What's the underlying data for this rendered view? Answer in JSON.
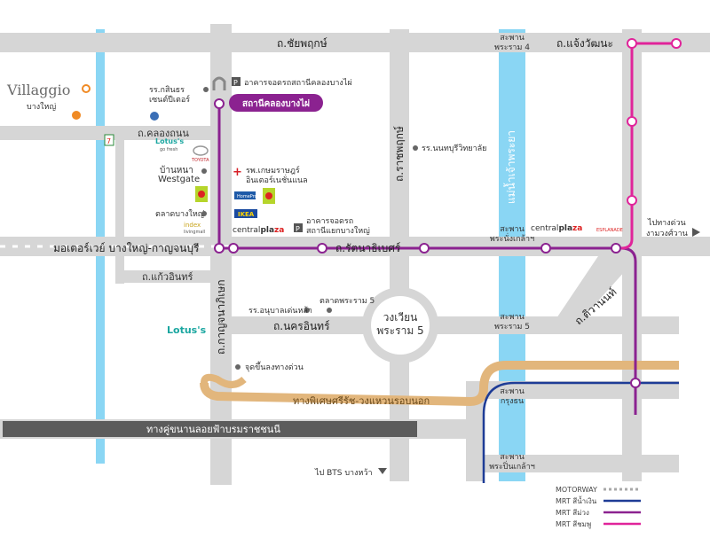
{
  "logo": {
    "name": "Villaggio",
    "sub": "บางใหญ่"
  },
  "roads": {
    "chaiyapruek": "ถ.ชัยพฤกษ์",
    "chaengwattana": "ถ.แจ้งวัฒนะ",
    "khlongthanon": "ถ.คลองถนน",
    "ratchaphruek": "ถ.ราชพฤกษ์",
    "rattanathibet": "ถ.รัตนาธิเบศร์",
    "motorway": "มอเตอร์เวย์ บางใหญ่-กาญจนบุรี",
    "kaewinthorn": "ถ.แก้วอินทร์",
    "kanchanaphisek": "ถ.กาญจนาภิเษก",
    "nakhon_in": "ถ.นครอินทร์",
    "tiwanon": "ถ.ติวานนท์",
    "expressway": "ทางพิเศษศรีรัช-วงแหวนรอบนอก",
    "ratchaphruek_parallel": "ทางคู่ขนานลอยฟ้าบรมราชชนนี",
    "river": "แม่น้ำเจ้าพระยา",
    "roundabout_1": "วงเวียน",
    "roundabout_2": "พระราม 5"
  },
  "bridges": {
    "rama4_1": "สะพาน",
    "rama4_2": "พระราม 4",
    "phranangklao_1": "สะพาน",
    "phranangklao_2": "พระนั่งเกล้าฯ",
    "rama5_1": "สะพาน",
    "rama5_2": "พระราม 5",
    "krungthon_1": "สะพาน",
    "krungthon_2": "กรุงธน",
    "phrapinklao_1": "สะพาน",
    "phrapinklao_2": "พระปิ่นเกล้าฯ"
  },
  "places": {
    "school_kasem": [
      "รร.กสินธร",
      "เซนต์ปีเตอร์"
    ],
    "parking_1": "อาคารจอดรถสถานีคลองบางไผ่",
    "station_badge": "สถานีคลองบางไผ่",
    "lotus_top": "Lotus's",
    "lotus_top_sub": "go fresh",
    "toyota": "TOYOTA",
    "hospital": [
      "รพ.เกษมราษฎร์",
      "อินเตอร์เนชั่นแนล"
    ],
    "banna_1": "บ้านหนา",
    "banna_2": "Westgate",
    "homepro": "HomePro",
    "ikea": "IKEA",
    "market_bangyai": "ตลาดบางใหญ่",
    "index": "index",
    "index_sub": "livingmall",
    "central_westgate_1": "central",
    "central_westgate_2": "pla",
    "central_westgate_3": "za",
    "parking_2": [
      "อาคารจอดรถ",
      "สถานีแยกบางใหญ่"
    ],
    "school_nonthaburi": "รร.นนทบุรีวิทยาลัย",
    "central_right": "central",
    "central_right_2": "pla",
    "central_right_3": "za",
    "esplanade": "ESPLANADE",
    "to_ngamwongwan": [
      "ไปทางด่วน",
      "งามวงศ์วาน"
    ],
    "school_anuban": "รร.อนุบาลเด่นหล้า",
    "market_rama5": "ตลาดพระราม 5",
    "lotus_left": "Lotus's",
    "expressway_entry": "จุดขึ้นลงทางด่วน",
    "to_bts": "ไป BTS บางหว้า"
  },
  "legend": [
    {
      "label": "MOTORWAY",
      "color": "#a8a8a8"
    },
    {
      "label": "MRT สีน้ำเงิน",
      "color": "#1e3c96"
    },
    {
      "label": "MRT สีม่วง",
      "color": "#8b2290"
    },
    {
      "label": "MRT สีชมพู",
      "color": "#e0249a"
    }
  ],
  "colors": {
    "road": "#d6d6d6",
    "river": "#8ad6f4",
    "purple": "#8b2290",
    "pink": "#e0249a",
    "blue": "#1e3c96",
    "expressway": "#e2b67c",
    "dark_road": "#5c5c5c"
  }
}
